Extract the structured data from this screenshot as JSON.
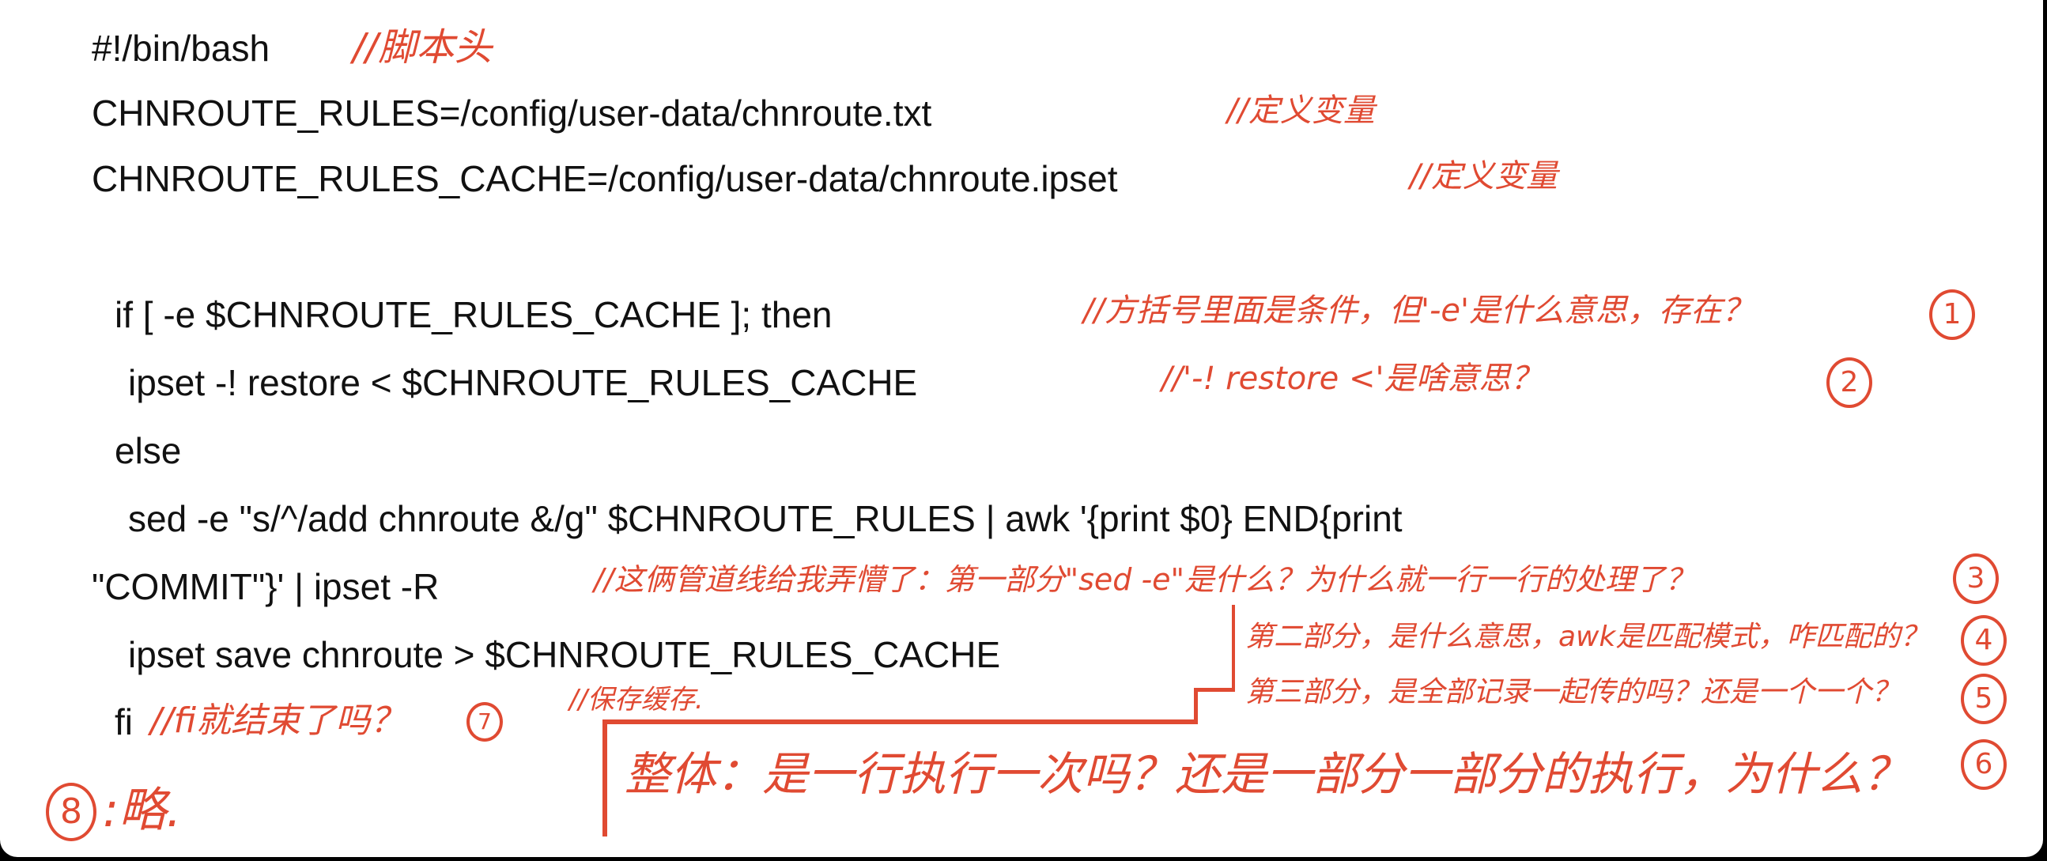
{
  "code_lines": [
    "#!/bin/bash",
    "CHNROUTE_RULES=/config/user-data/chnroute.txt",
    "CHNROUTE_RULES_CACHE=/config/user-data/chnroute.ipset",
    "if [ -e $CHNROUTE_RULES_CACHE ]; then",
    "ipset -! restore < $CHNROUTE_RULES_CACHE",
    "else",
    "sed -e \"s/^/add chnroute &/g\" $CHNROUTE_RULES | awk '{print $0} END{print",
    "\"COMMIT\"}' | ipset -R",
    "ipset save chnroute > $CHNROUTE_RULES_CACHE",
    "fi"
  ],
  "annotations": {
    "shebang": "//脚本头",
    "define_var_1": "//定义变量",
    "define_var_2": "//定义变量",
    "q1": "//方括号里面是条件，但'-e'是什么意思，存在？",
    "q2": "//'-! restore <'是啥意思？",
    "q3": "//这俩管道线给我弄懵了：第一部分\"sed -e\"是什么？为什么就一行一行的处理了？",
    "q4": "第二部分，是什么意思，awk是匹配模式，咋匹配的？",
    "q5": "第三部分，是全部记录一起传的吗？还是一个一个？",
    "save_cache": "//保存缓存.",
    "q7": "//fi就结束了吗？",
    "q6": "整体：是一行执行一次吗？还是一部分一部分的执行，为什么？",
    "q8": ":略."
  },
  "markers": [
    "1",
    "2",
    "3",
    "4",
    "5",
    "6",
    "7",
    "8"
  ],
  "colors": {
    "annotation": "#e04a32",
    "code": "#111111"
  }
}
